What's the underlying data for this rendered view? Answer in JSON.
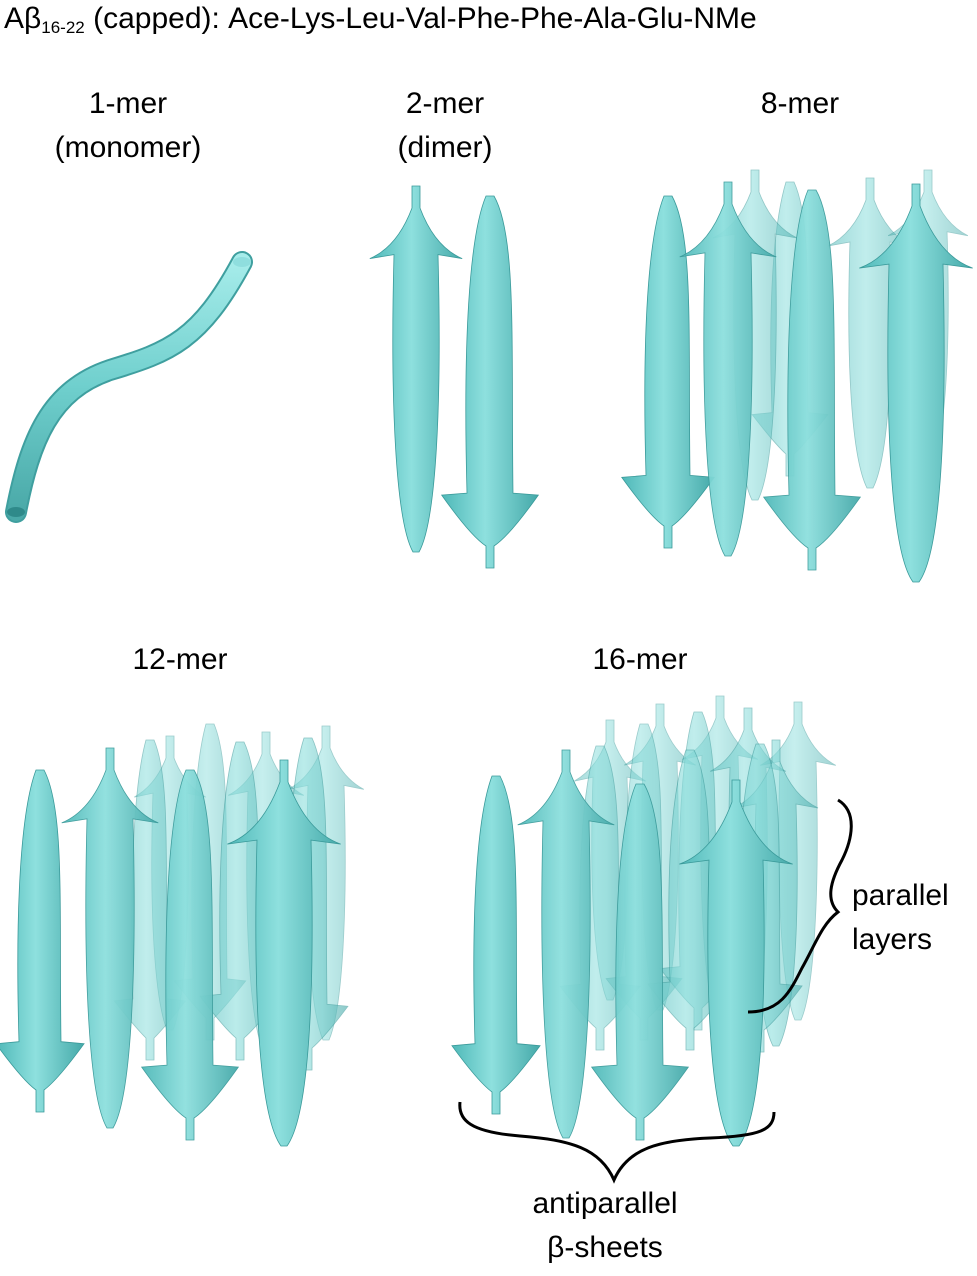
{
  "title": {
    "prefix": "Aβ",
    "subscript": "16-22",
    "suffix": " (capped): Ace-Lys-Leu-Val-Phe-Phe-Ala-Glu-NMe"
  },
  "panels": {
    "monomer": {
      "line1": "1-mer",
      "line2": "(monomer)"
    },
    "dimer": {
      "line1": "2-mer",
      "line2": "(dimer)"
    },
    "octamer": {
      "line1": "8-mer"
    },
    "dodecamer": {
      "line1": "12-mer"
    },
    "hexadecamer": {
      "line1": "16-mer"
    }
  },
  "annotations": {
    "parallel": {
      "line1": "parallel",
      "line2": "layers"
    },
    "antiparallel": {
      "line1": "antiparallel",
      "line2": "β-sheets"
    }
  },
  "colors": {
    "strand": "#66cccc",
    "strand_dark": "#4fb3b3",
    "bracket": "#000000"
  }
}
